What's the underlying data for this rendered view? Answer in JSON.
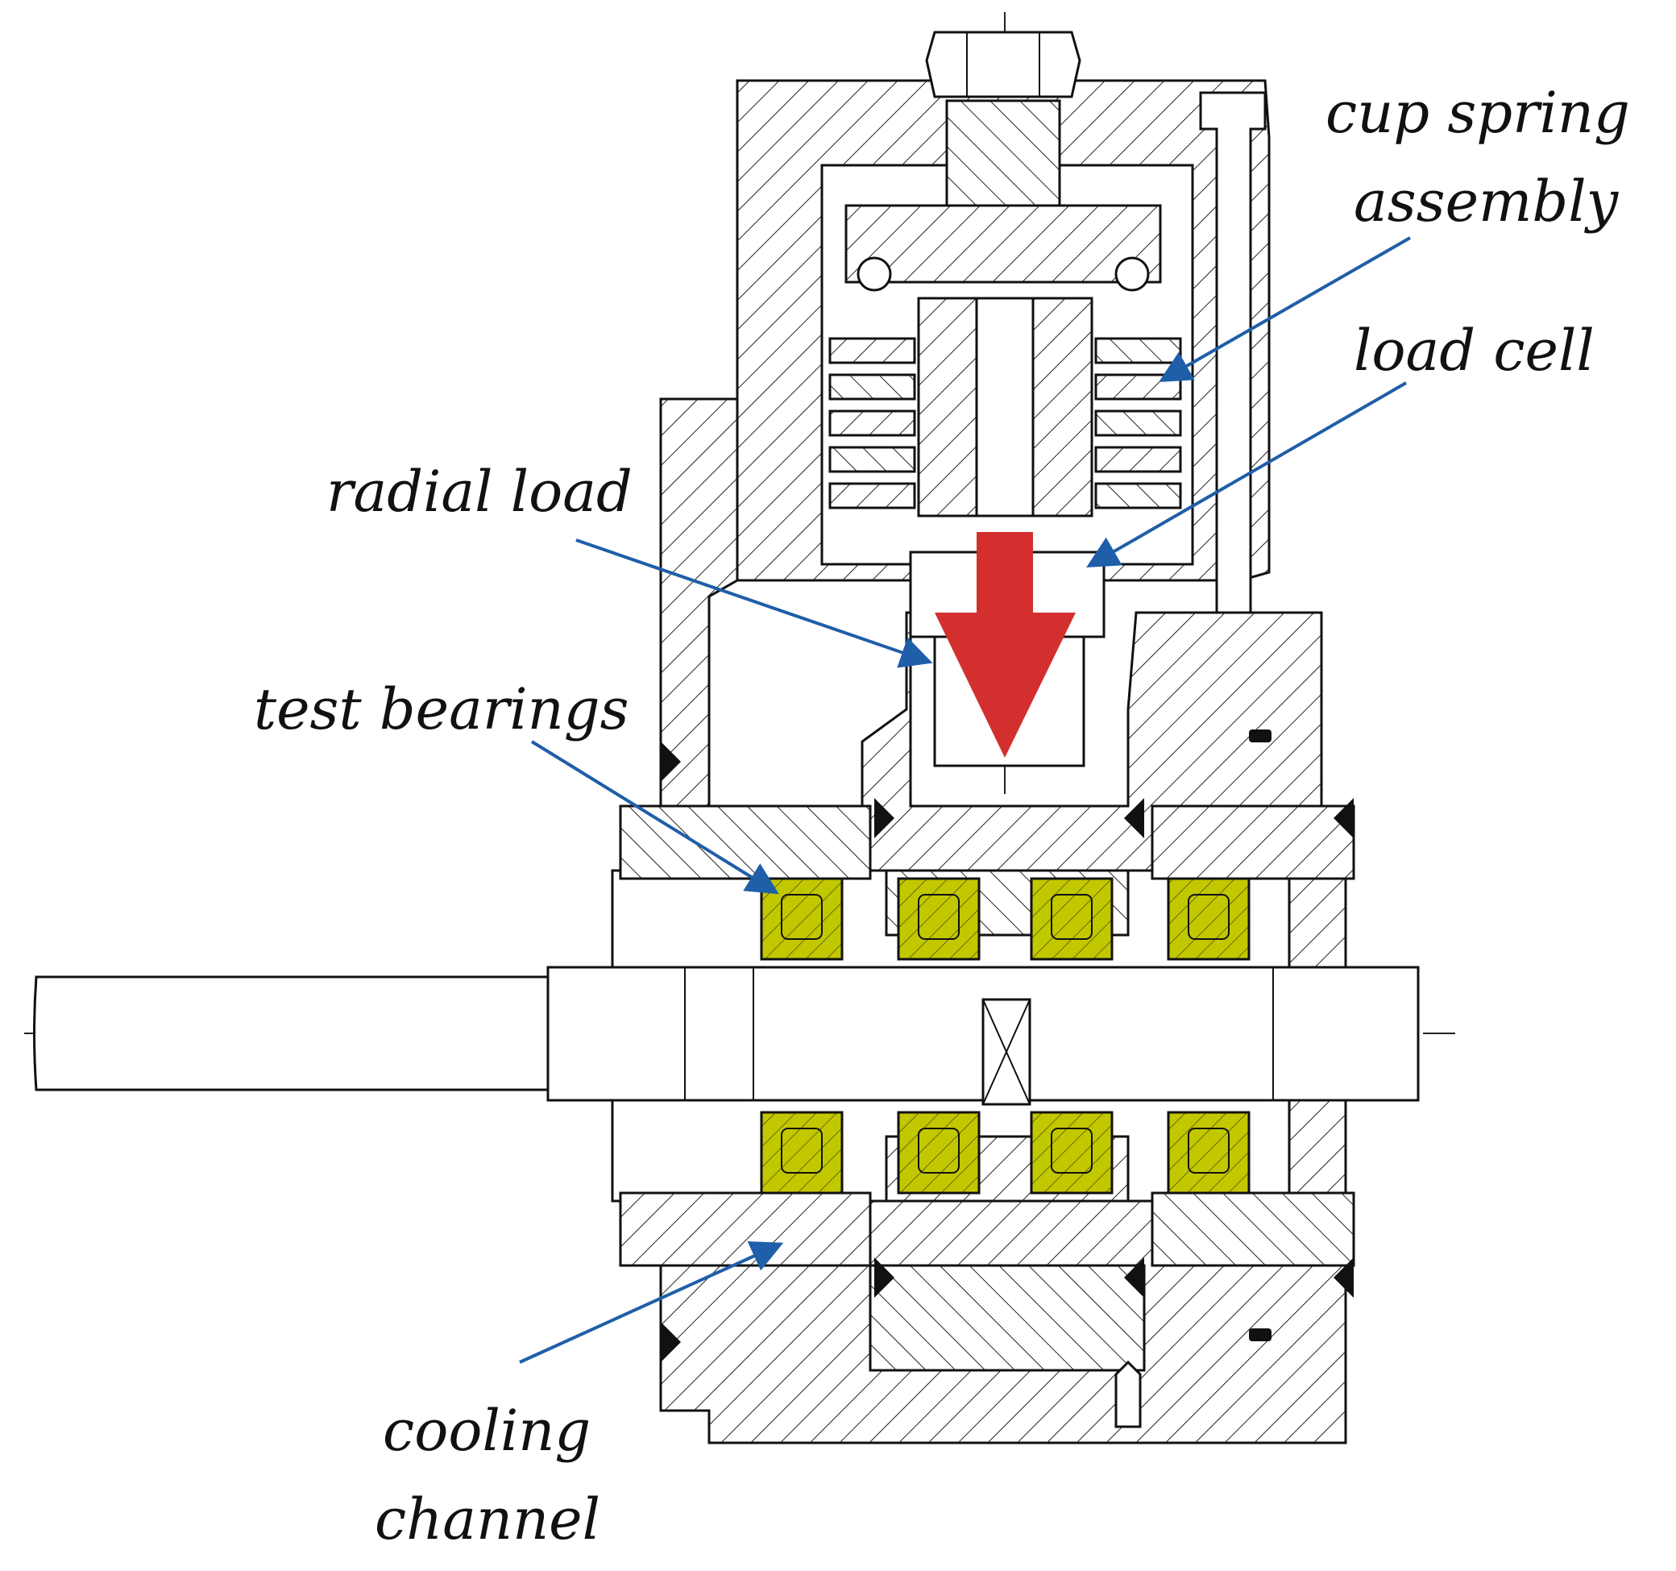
{
  "labels": {
    "cup_spring_line1": "cup spring",
    "cup_spring_line2": "assembly",
    "load_cell": "load cell",
    "radial_load": "radial load",
    "test_bearings": "test bearings",
    "cooling_line1": "cooling",
    "cooling_line2": "channel"
  },
  "colors": {
    "leader": "#1f5ea8",
    "load_arrow": "#d32f2f",
    "bearing": "#c2c800",
    "line": "#111111"
  }
}
